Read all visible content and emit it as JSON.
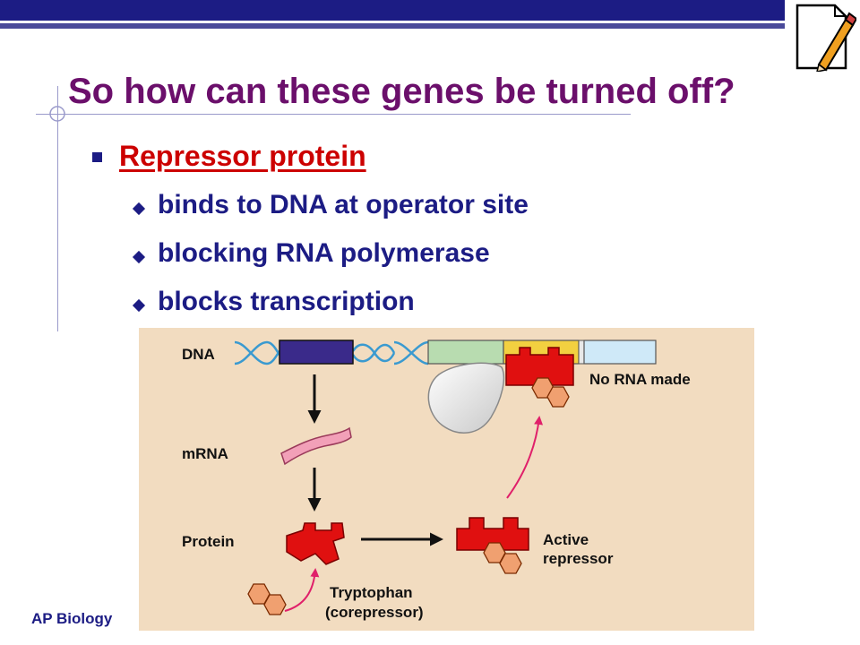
{
  "slide": {
    "title": "So how can these genes be turned off?",
    "bullet": "Repressor protein",
    "sub_bullets": [
      "binds to DNA at operator site",
      "blocking RNA polymerase",
      "blocks transcription"
    ],
    "footer": "AP Biology"
  },
  "diagram": {
    "labels": {
      "dna": "DNA",
      "mrna": "mRNA",
      "protein": "Protein",
      "tryptophan": "Tryptophan",
      "corepressor": "(corepressor)",
      "active": "Active",
      "repressor": "repressor",
      "no_rna": "No RNA made"
    }
  },
  "colors": {
    "title": "#6b0f6b",
    "bullet_heading": "#cc0000",
    "body_text": "#1c1c84",
    "figure_background": "#f2dcc0",
    "repressor": "#e01010",
    "tryptophan": "#f0a070",
    "gene": "#3a2a8a",
    "operator": "#f2d040",
    "promoter": "#b8dcb0",
    "downstream_gene": "#cfe9f8",
    "dna_helix": "#3a9ad0",
    "mrna": "#f2a0b8",
    "rna_polymerase": "#e8e8e8",
    "curved_arrow": "#e0206a"
  },
  "icons": [
    "pencil-note-icon",
    "crosshair-icon",
    "square-bullet-icon",
    "diamond-bullet-icon"
  ]
}
